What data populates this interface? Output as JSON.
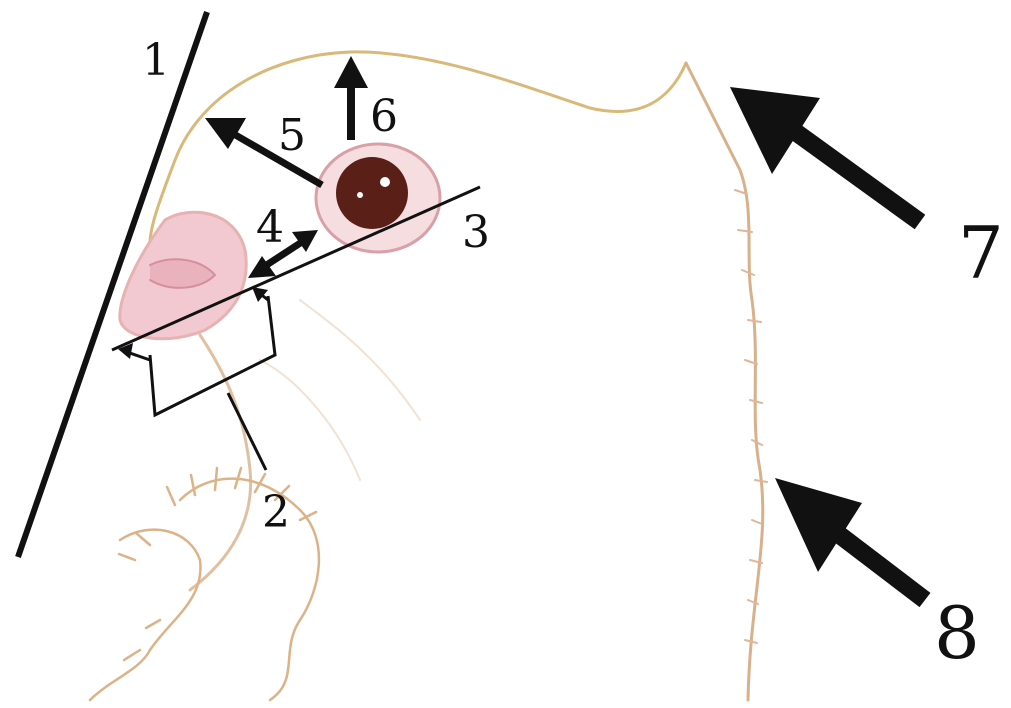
{
  "labels": {
    "l1": "1",
    "l2": "2",
    "l3": "3",
    "l4": "4",
    "l5": "5",
    "l6": "6",
    "l7": "7",
    "l8": "8"
  },
  "colors": {
    "ink": "#111111",
    "outline": "#d9b97a",
    "outline_pink": "#e6b2b2",
    "skin_pink": "#f3c9d1",
    "eye_dark": "#5a1f17",
    "eye_ring": "#d9a0a8",
    "background": "#ffffff"
  }
}
